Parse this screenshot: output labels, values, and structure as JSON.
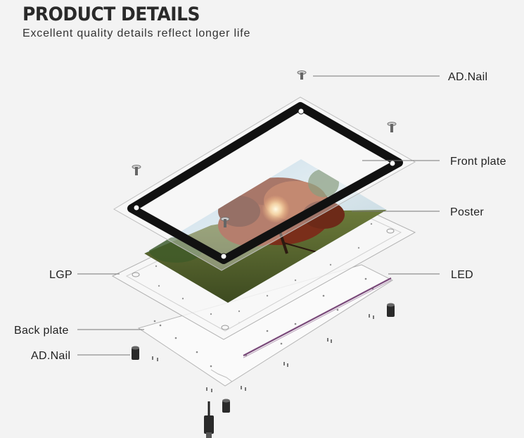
{
  "header": {
    "title": "PRODUCT DETAILS",
    "subtitle": "Excellent quality details reflect longer life"
  },
  "labels": {
    "ad_nail_top": "AD.Nail",
    "front_plate": "Front plate",
    "poster": "Poster",
    "lgp": "LGP",
    "led": "LED",
    "back_plate": "Back plate",
    "ad_nail_bottom": "AD.Nail"
  },
  "colors": {
    "background": "#f3f3f3",
    "frame_black": "#111111",
    "led_strip": "#7a4a7a"
  }
}
